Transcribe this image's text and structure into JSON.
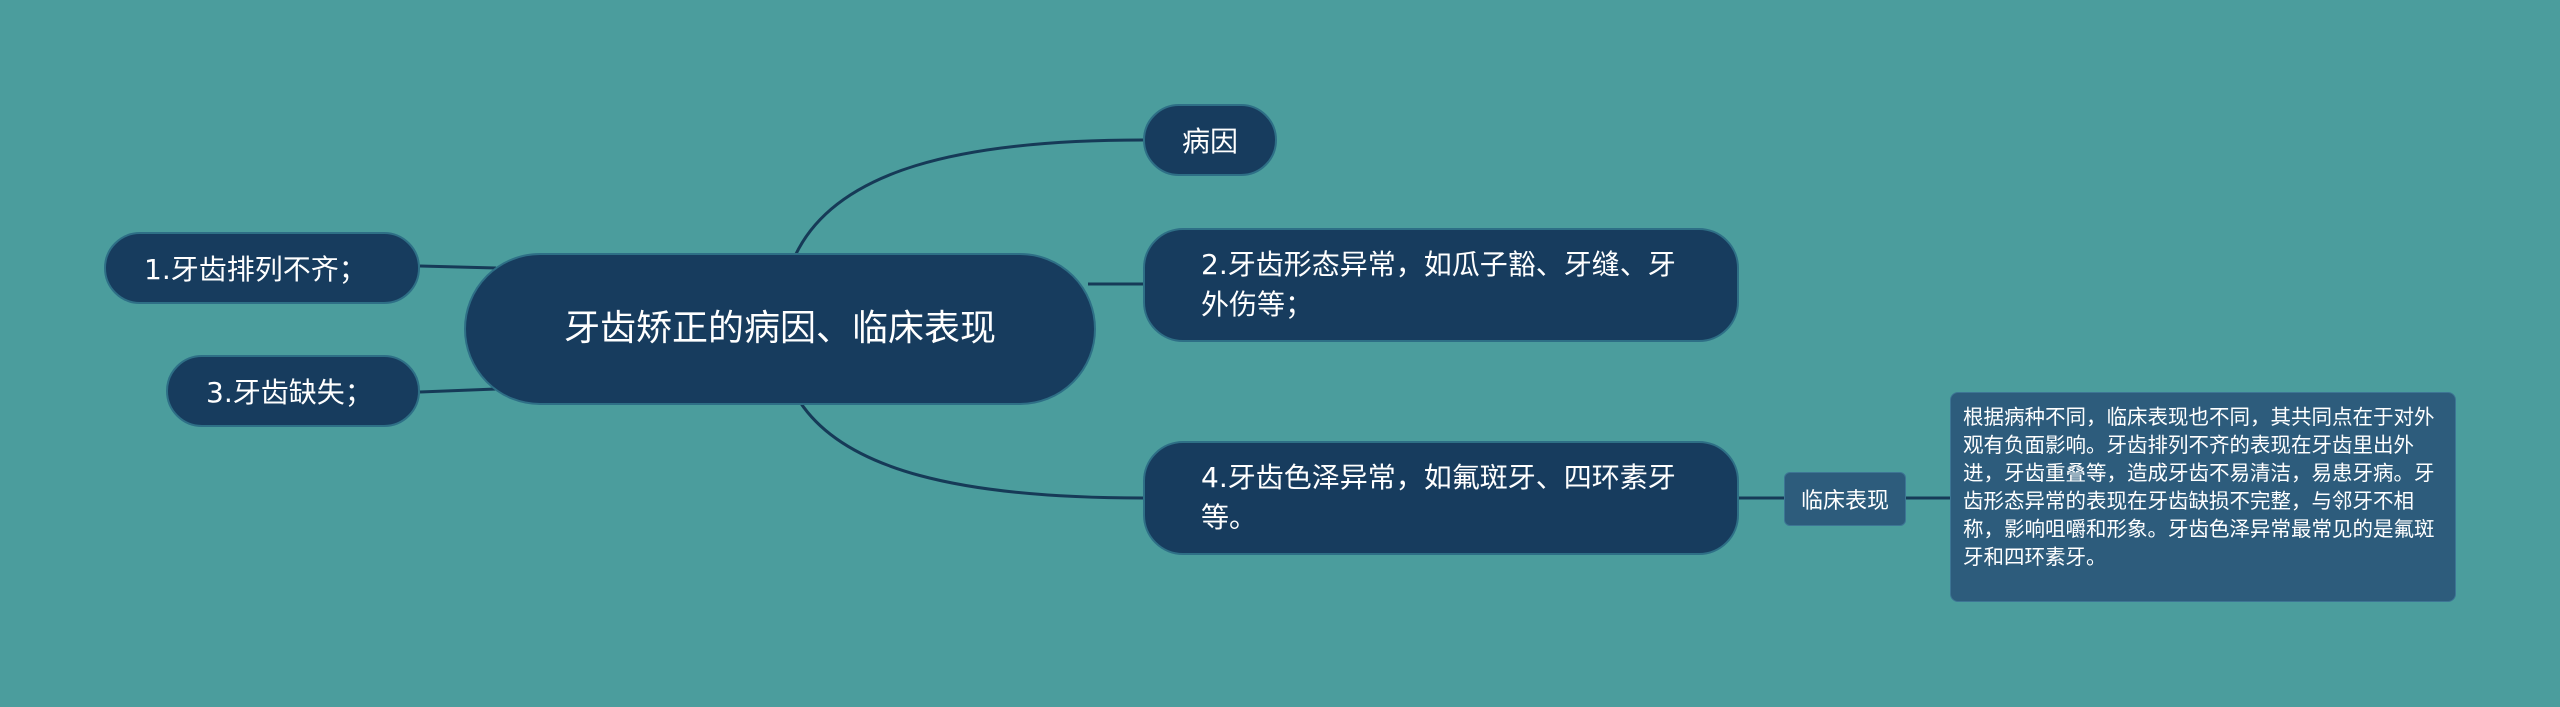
{
  "center": {
    "label": "牙齿矫正的病因、临床表现"
  },
  "nodes": {
    "cause": "病因",
    "item1": "1.牙齿排列不齐；",
    "item2": "2.牙齿形态异常，如瓜子豁、牙缝、牙外伤等；",
    "item3": "3.牙齿缺失；",
    "item4": "4.牙齿色泽异常，如氟斑牙、四环素牙等。",
    "clinical": "临床表现",
    "clinical_detail": "根据病种不同，临床表现也不同，其共同点在于对外观有负面影响。牙齿排列不齐的表现在牙齿里出外进，牙齿重叠等，造成牙齿不易清洁，易患牙病。牙齿形态异常的表现在牙齿缺损不完整，与邻牙不相称，影响咀嚼和形象。牙齿色泽异常最常见的是氟斑牙和四环素牙。"
  },
  "colors": {
    "background": "#4b9d9d",
    "node": "#173c5e",
    "sub_node": "#2d5c7c",
    "connector": "#163a57"
  }
}
